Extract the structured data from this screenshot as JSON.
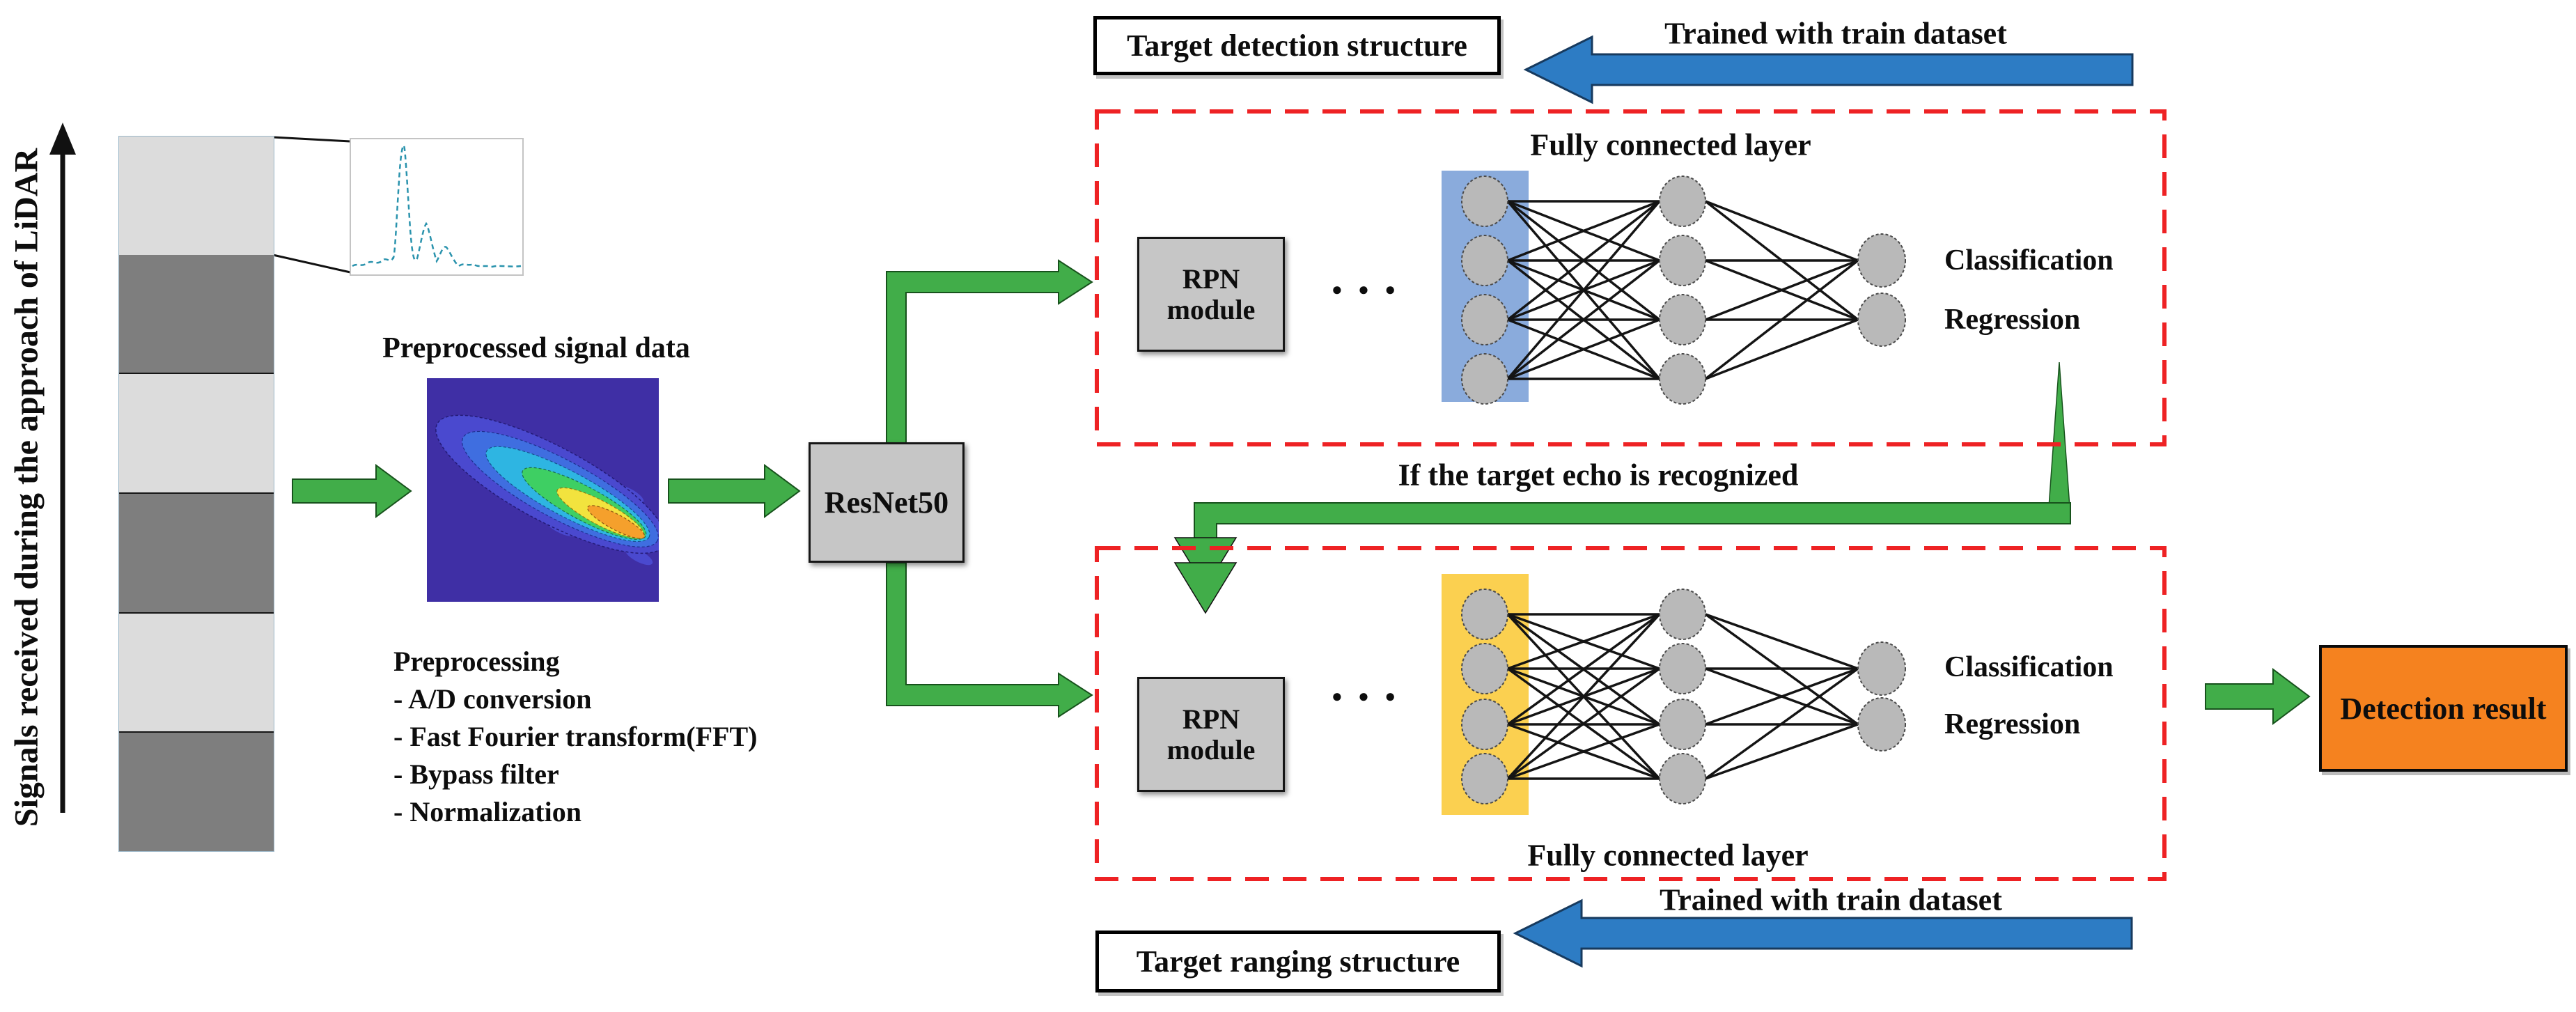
{
  "colors": {
    "green": "#41ad49",
    "green_edge": "#17521c",
    "blue_arrow": "#2d7cc4",
    "blue_arrow_edge": "#173a5e",
    "red_dashed": "#ee2224",
    "orange": "#f5821f",
    "input_blue": "#8aabdc",
    "input_yellow": "#fbd050",
    "node_gray": "#b9b9b9",
    "heatmap_bg": "#3f2fa5",
    "signal_teal": "#2a93ad"
  },
  "left_panel": {
    "axis_label": "Signals received during the approach of LiDAR"
  },
  "preprocess": {
    "plot_title": "Preprocessed signal data",
    "heading": "Preprocessing",
    "items": [
      "- A/D conversion",
      "- Fast Fourier transform(FFT)",
      "- Bypass filter",
      "- Normalization"
    ]
  },
  "backbone": {
    "label": "ResNet50"
  },
  "detection": {
    "structure_label": "Target detection structure",
    "trained_label": "Trained with train dataset",
    "fc_label": "Fully connected layer",
    "rpn_line1": "RPN",
    "rpn_line2": "module",
    "ellipsis": "● ● ●",
    "outputs": [
      "Classification",
      "Regression"
    ]
  },
  "ranging": {
    "structure_label": "Target ranging structure",
    "trained_label": "Trained with train dataset",
    "fc_label": "Fully connected layer",
    "rpn_line1": "RPN",
    "rpn_line2": "module",
    "ellipsis": "● ● ●",
    "outputs": [
      "Classification",
      "Regression"
    ]
  },
  "flow": {
    "condition_label": "If the target echo is recognized",
    "result_label": "Detection result"
  }
}
